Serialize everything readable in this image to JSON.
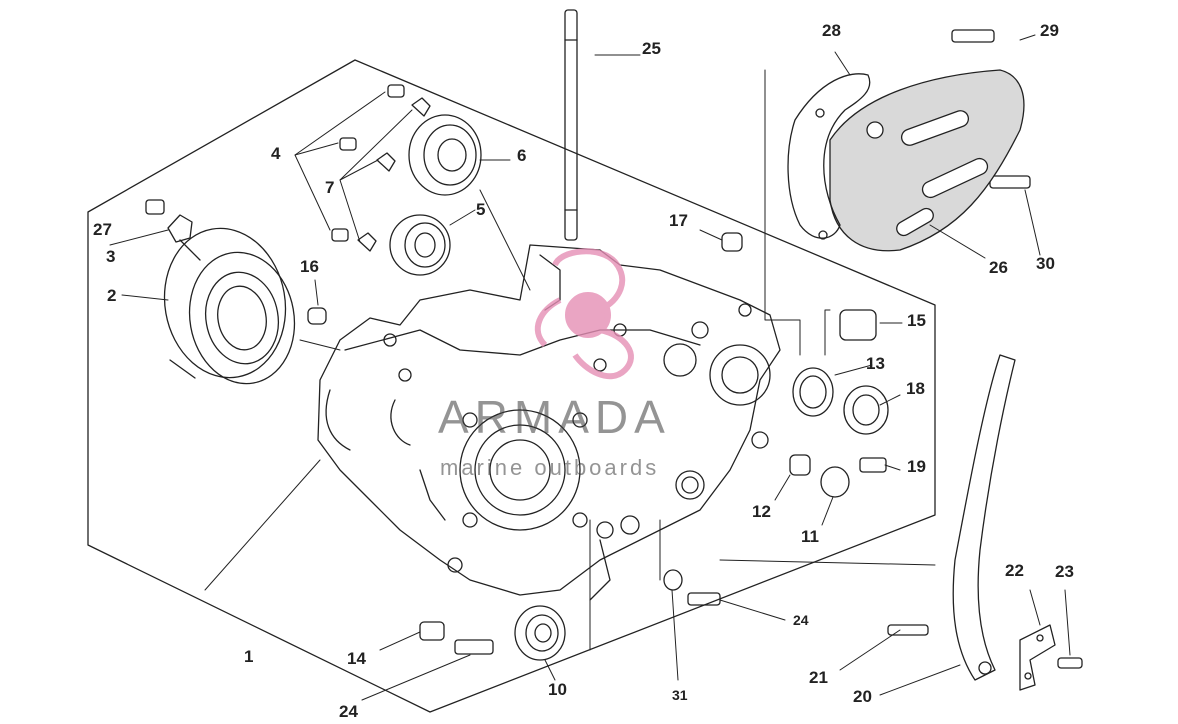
{
  "watermark": {
    "brand": "ARMADA",
    "tagline": "marine outboards",
    "accent_color": "#e58fb5"
  },
  "callouts": [
    {
      "id": "n1",
      "label": "1"
    },
    {
      "id": "n2",
      "label": "2"
    },
    {
      "id": "n3",
      "label": "3"
    },
    {
      "id": "n4",
      "label": "4"
    },
    {
      "id": "n5",
      "label": "5"
    },
    {
      "id": "n6",
      "label": "6"
    },
    {
      "id": "n7",
      "label": "7"
    },
    {
      "id": "n10",
      "label": "10"
    },
    {
      "id": "n11",
      "label": "11"
    },
    {
      "id": "n12",
      "label": "12"
    },
    {
      "id": "n13",
      "label": "13"
    },
    {
      "id": "n14",
      "label": "14"
    },
    {
      "id": "n15",
      "label": "15"
    },
    {
      "id": "n16",
      "label": "16"
    },
    {
      "id": "n17",
      "label": "17"
    },
    {
      "id": "n18",
      "label": "18"
    },
    {
      "id": "n19",
      "label": "19"
    },
    {
      "id": "n20",
      "label": "20"
    },
    {
      "id": "n21",
      "label": "21"
    },
    {
      "id": "n22",
      "label": "22"
    },
    {
      "id": "n23",
      "label": "23"
    },
    {
      "id": "n24a",
      "label": "24"
    },
    {
      "id": "n24b",
      "label": "24"
    },
    {
      "id": "n25",
      "label": "25"
    },
    {
      "id": "n26",
      "label": "26"
    },
    {
      "id": "n27",
      "label": "27"
    },
    {
      "id": "n28",
      "label": "28"
    },
    {
      "id": "n29",
      "label": "29"
    },
    {
      "id": "n30",
      "label": "30"
    },
    {
      "id": "n31",
      "label": "31"
    }
  ]
}
